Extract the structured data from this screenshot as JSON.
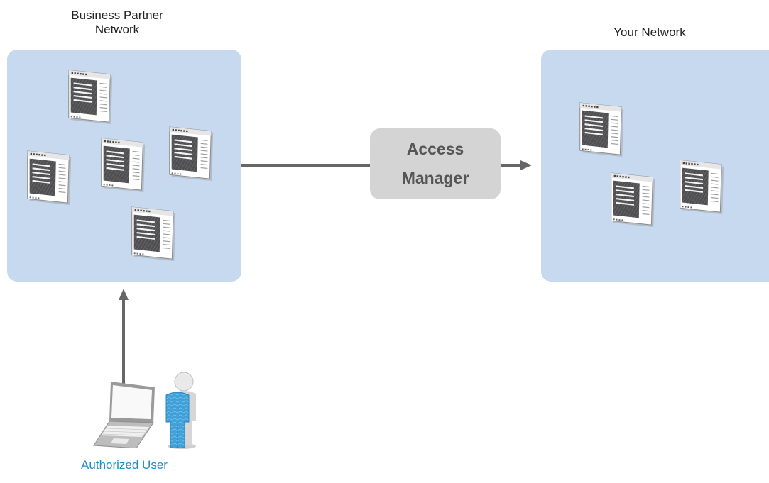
{
  "diagram": {
    "partner_network": {
      "title_line1": "Business Partner",
      "title_line2": "Network",
      "server_count": 5
    },
    "your_network": {
      "title": "Your Network",
      "server_count": 3
    },
    "access_manager": {
      "line1": "Access",
      "line2": "Manager"
    },
    "user": {
      "label": "Authorized User",
      "icons": [
        "laptop-icon",
        "person-icon"
      ]
    },
    "colors": {
      "network_box": "#c6d9ef",
      "access_manager_box": "#d4d4d4",
      "arrow": "#666666",
      "user_label": "#1a8fc9",
      "server_dark": "#58585a"
    }
  }
}
